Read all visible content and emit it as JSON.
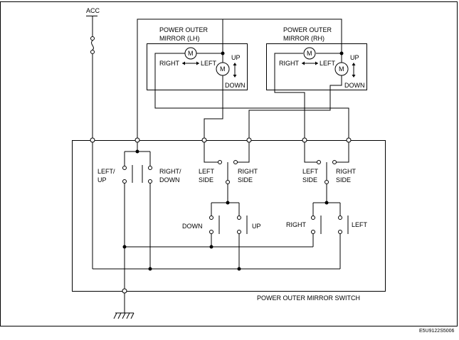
{
  "labels": {
    "acc": "ACC",
    "lh_title_1": "POWER OUTER",
    "lh_title_2": "MIRROR (LH)",
    "rh_title_1": "POWER OUTER",
    "rh_title_2": "MIRROR (RH)",
    "motor": "M",
    "right_arrow": "RIGHT",
    "left_arrow": "LEFT",
    "up": "UP",
    "down": "DOWN",
    "left_up_1": "LEFT/",
    "left_up_2": "UP",
    "right_down_1": "RIGHT/",
    "right_down_2": "DOWN",
    "left_side_1": "LEFT",
    "left_side_2": "SIDE",
    "right_side_1": "RIGHT",
    "right_side_2": "SIDE",
    "down_sw": "DOWN",
    "up_sw": "UP",
    "right_sw": "RIGHT",
    "left_sw": "LEFT",
    "switch_title": "POWER OUTER MIRROR SWITCH",
    "code": "E5U9122S5006"
  }
}
